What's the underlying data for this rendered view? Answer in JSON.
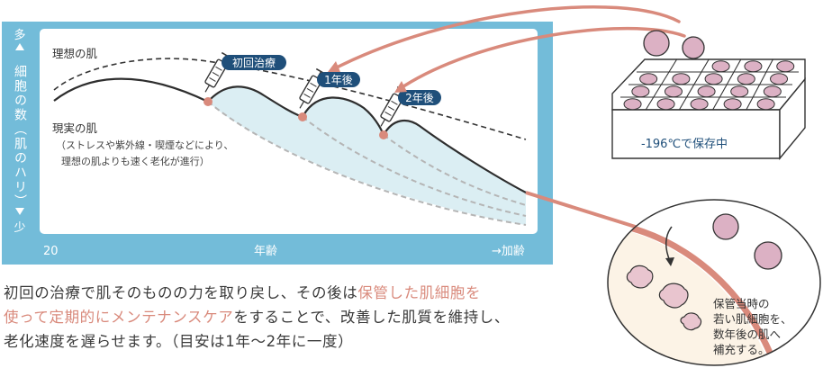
{
  "chart": {
    "y_axis": {
      "top": "多",
      "bottom": "少",
      "label": "細胞の数（肌のハリ）"
    },
    "x_axis": {
      "start": "20",
      "label": "年齢",
      "end": "→加齢"
    },
    "ideal_label": "理想の肌",
    "real_label": "現実の肌",
    "real_note_1": "（ストレスや紫外線・喫煙などにより、",
    "real_note_2": "理想の肌よりも速く老化が進行）",
    "injections": [
      {
        "label": "初回治療"
      },
      {
        "label": "1年後"
      },
      {
        "label": "2年後"
      }
    ]
  },
  "storage": {
    "label": "-196℃で保存中"
  },
  "zoom": {
    "text_1": "保管当時の",
    "text_2": "若い肌細胞を、",
    "text_3": "数年後の肌へ",
    "text_4": "補充する。"
  },
  "caption": {
    "l1_a": "初回の治療で肌そのものの力を取り戻し、その後は",
    "l1_b": "保管した肌細胞を",
    "l2_a": "使って定期的にメンテナンスケア",
    "l2_b": "をすることで、改善した肌質を維持し、",
    "l3": "老化速度を遅らせます。（目安は1年～2年に一度）"
  },
  "colors": {
    "frame_blue": "#73bcd9",
    "panel_white": "#ffffff",
    "fill_light_blue": "#dbeef3",
    "badge_navy": "#1f4f7a",
    "arrow_rose": "#d98a7c",
    "cell_pink": "#dcb1c4",
    "zoom_cream": "#fcf3e6"
  }
}
